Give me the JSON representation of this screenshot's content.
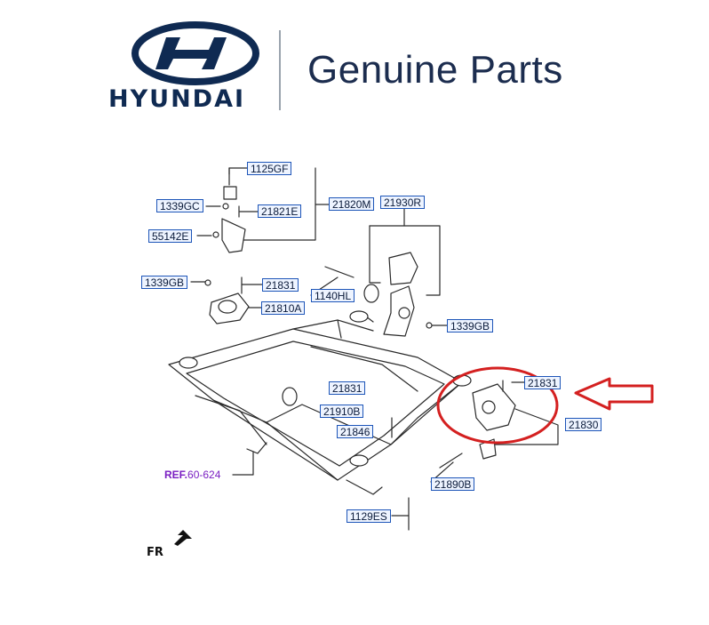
{
  "brand": {
    "name": "HYUNDAI",
    "tagline": "Genuine Parts",
    "color": "#0f2a52"
  },
  "part_labels": {
    "p1125GF": "1125GF",
    "p21820M": "21820M",
    "p1339GC": "1339GC",
    "p21821E": "21821E",
    "p21930R": "21930R",
    "p55142E": "55142E",
    "p1339GB_left": "1339GB",
    "p21831_top": "21831",
    "p21810A": "21810A",
    "p1140HL": "1140HL",
    "p1339GB_right": "1339GB",
    "p21831_mid": "21831",
    "p21831_right": "21831",
    "p21910B": "21910B",
    "p21846": "21846",
    "p21830": "21830",
    "p21890B": "21890B",
    "p1129ES": "1129ES"
  },
  "reference": {
    "prefix": "REF.",
    "value": "60-624"
  },
  "direction_label": "FR",
  "highlight": {
    "circle_color": "#d42020",
    "arrow_color": "#d42020",
    "target_part": "21830"
  },
  "callout_color": "#1d55b8"
}
